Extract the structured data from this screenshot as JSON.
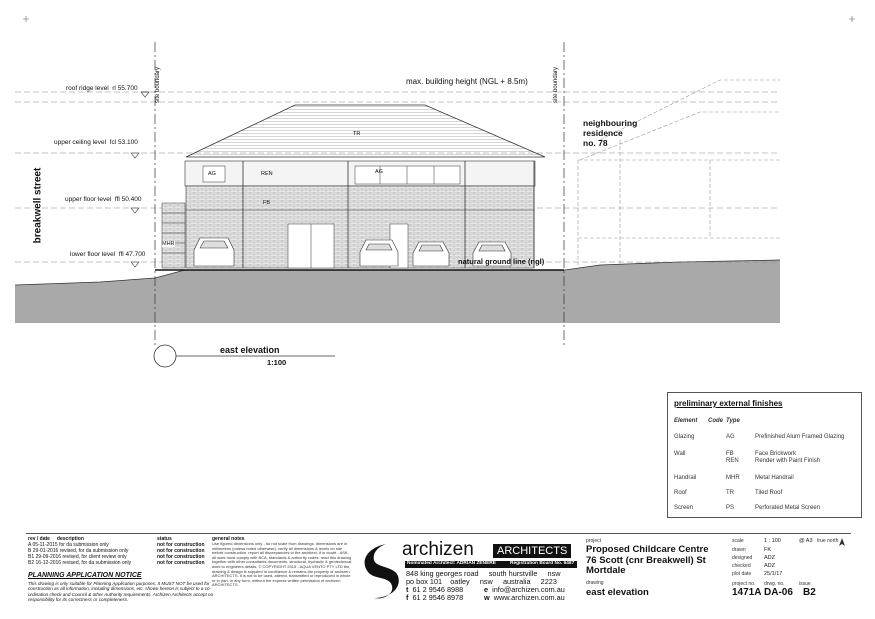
{
  "drawing": {
    "levels": [
      {
        "name": "roof ridge level",
        "rl": "rl 55.700"
      },
      {
        "name": "upper ceiling level",
        "rl": "fcl 53.100"
      },
      {
        "name": "upper floor level",
        "rl": "ffl 50.400"
      },
      {
        "name": "lower floor level",
        "rl": "ffl 47.700"
      }
    ],
    "street_label": "breakwell street",
    "site_boundary_left": "site boundary",
    "site_boundary_right": "site boundary",
    "max_height": "max. building height (NGL + 8.5m)",
    "neighbour": [
      "neighbouring",
      "residence",
      "no. 78"
    ],
    "ngl": "natural ground line (ngl)",
    "tags": {
      "TR": "TR",
      "AG1": "AG",
      "REN": "REN",
      "AG2": "AG",
      "FB": "FB",
      "MHR": "MHR"
    },
    "title": "east elevation",
    "scale": "1:100"
  },
  "finishes": {
    "title": "preliminary external finishes",
    "headers": {
      "element": "Element",
      "code": "Code",
      "type": "Type"
    },
    "rows": [
      {
        "element": "Glazing",
        "code": "AG",
        "type": "Prefinished Alum Framed Glazing"
      },
      {
        "element": "Wall",
        "code": "FB",
        "type": "Face Brickwork"
      },
      {
        "element": "",
        "code": "REN",
        "type": "Render with Paint Finish"
      },
      {
        "element": "Handrail",
        "code": "MHR",
        "type": "Metal Handrail"
      },
      {
        "element": "Roof",
        "code": "TR",
        "type": "Tiled Roof"
      },
      {
        "element": "Screen",
        "code": "PS",
        "type": "Perforated Metal Screen"
      }
    ]
  },
  "revisions": {
    "header_rev": "rev / date",
    "header_desc": "description",
    "header_status": "status",
    "rows": [
      {
        "rev": "A",
        "date": "05-11-2015",
        "desc": "for da submission only",
        "status": "not for construction"
      },
      {
        "rev": "B",
        "date": "29-01-2016",
        "desc": "revised, for da submission only",
        "status": "not for construction"
      },
      {
        "rev": "B1",
        "date": "29-09-2016",
        "desc": "revised, for client review only",
        "status": "not for construction"
      },
      {
        "rev": "B2",
        "date": "16-12-2016",
        "desc": "revised, for da submission only",
        "status": "not for construction"
      }
    ]
  },
  "notice": {
    "title": "PLANNING APPLICATION NOTICE",
    "text": "This drawing is only suitable for Planning Application purposes. It MUST NOT be used for construction as all information, including dimensions, etc. shown hereon is subject to a co-ordination check and Council & other Authority requirements. Archizen Architects accept no responsibility for its correctness or completeness."
  },
  "general_notes": {
    "title": "general notes",
    "text": "Use figured dimensions only - do not scale from drawings. dimensions are in millimetres (unless noted otherwise). verify all dimensions & levels on site before construction. report all discrepancies to the architect. if in doubt - ASK. all work must comply with BCA, standards & authority codes. read this drawing together with other consultants documents. structural, hydraulic & geotechnical work to engineers details. © COPYRIGHT 2015 - AQUA VENTO PTY LTD the drawing & design is supplied in confidence & remains the property of archizen ARCHITECTS. it is not to be used, altered, transmitted or reproduced in whole or in part, in any form, without the express written permission of archizen ARCHITECTS."
  },
  "firm": {
    "name": "archizen",
    "suffix": "ARCHITECTS",
    "nominated": "Nominated Architect: ADRIAN ZENERE",
    "registration": "Registration Board No. 6467",
    "address1": "848 king georges road     south hurstville     nsw",
    "address2": "po box 101    oatley     nsw     australia     2223",
    "t": "t",
    "phone": "61 2 9546 8988",
    "e": "e",
    "email": "info@archizen.com.au",
    "f": "f",
    "fax": "61 2 9546 8978",
    "w": "w",
    "web": "www.archizen.com.au"
  },
  "project": {
    "label": "project",
    "name_line1": "Proposed Childcare Centre",
    "name_line2": "76 Scott (cnr Breakwell) St",
    "name_line3": "Mortdale",
    "drawing_label": "drawing",
    "drawing_name": "east elevation"
  },
  "titleblock": {
    "scale_label": "scale",
    "scale": "1 : 100",
    "sheet": "@ A3",
    "north": "true north",
    "drawn_label": "drawn",
    "drawn": "FK",
    "designed_label": "designed",
    "designed": "ADZ",
    "checked_label": "checked",
    "checked": "ADZ",
    "plotdate_label": "plot date",
    "plotdate": "25/1/17",
    "projno_label": "project no.",
    "drawno_label": "drwg. no.",
    "issue_label": "issue",
    "projno": "1471A",
    "drawno": "DA-06",
    "issue": "B2"
  }
}
